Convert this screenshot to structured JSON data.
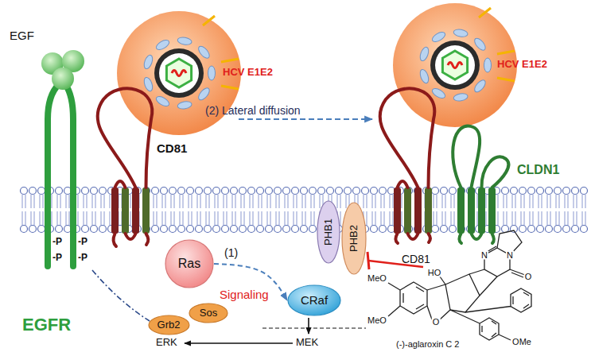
{
  "diagram": {
    "nodes": [
      {
        "text": [
          "Grb2"
        ]
      },
      {
        "text": [
          "Sos"
        ]
      },
      {
        "text": [
          "Ras"
        ]
      },
      {
        "text": [
          "PHB1"
        ]
      },
      {
        "text": [
          "PHB2"
        ]
      },
      {
        "text": [
          "CRaf"
        ]
      }
    ],
    "edges": [
      {
        "from": 2,
        "to": 5,
        "arrow": "to"
      }
    ],
    "labels": [
      "EGF",
      "EGFR",
      "-P",
      "-P",
      "-P",
      "-P",
      "CD81",
      "HCV E1E2",
      "(2) Lateral diffusion",
      "HCV E1E2",
      "CD81",
      "CLDN1",
      "(1)",
      "Signaling",
      "ERK",
      "MEK",
      "MeO",
      "MeO",
      "HO",
      "N",
      "N",
      "O",
      "O",
      "OMe",
      "(-)-aglaroxin C 2"
    ]
  }
}
